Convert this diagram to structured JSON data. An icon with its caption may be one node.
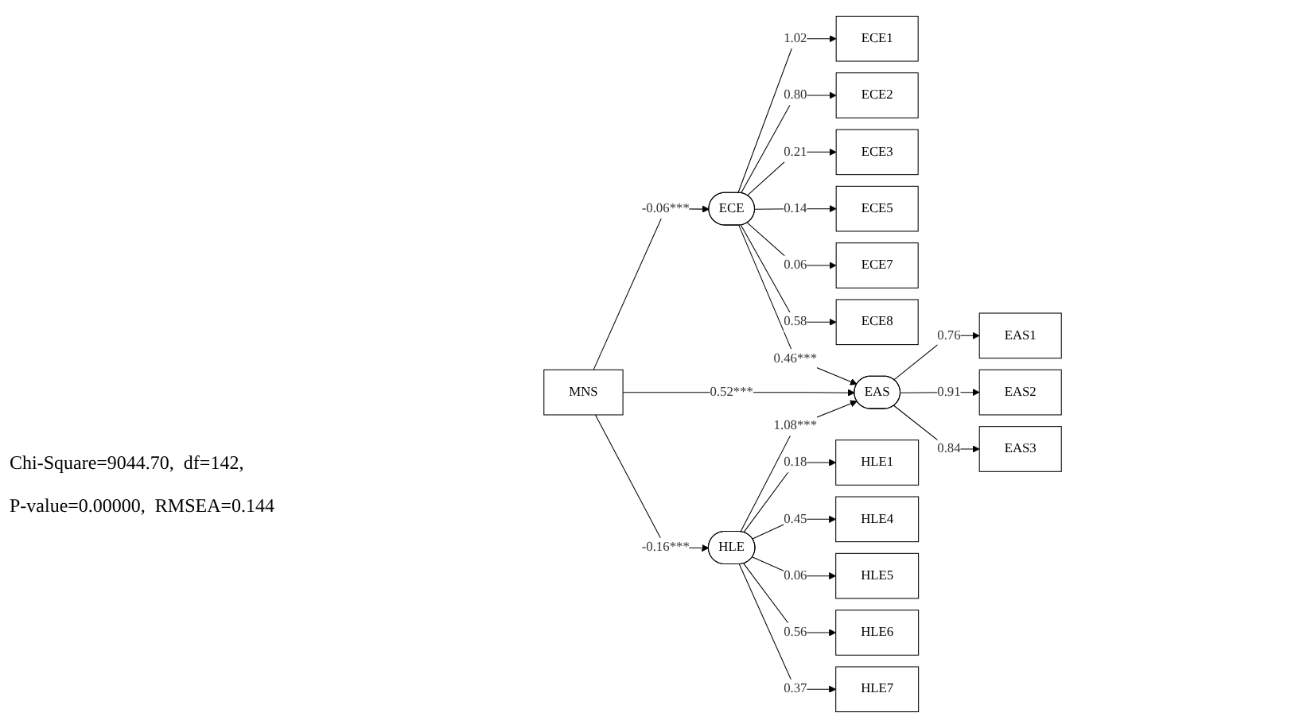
{
  "diagram": {
    "nodes": [
      {
        "text": [
          "ECE1"
        ]
      },
      {
        "text": [
          "ECE2"
        ]
      },
      {
        "text": [
          "ECE3"
        ]
      },
      {
        "text": [
          "ECE5"
        ]
      },
      {
        "text": [
          "ECE7"
        ]
      },
      {
        "text": [
          "ECE8"
        ]
      },
      {
        "text": [
          "ECE"
        ]
      },
      {
        "text": [
          "EAS1"
        ]
      },
      {
        "text": [
          "MNS"
        ]
      },
      {
        "text": [
          "EAS"
        ]
      },
      {
        "text": [
          "EAS2"
        ]
      },
      {
        "text": [
          "EAS3"
        ]
      },
      {
        "text": [
          "HLE"
        ]
      },
      {
        "text": [
          "HLE1"
        ]
      },
      {
        "text": [
          "HLE4"
        ]
      },
      {
        "text": [
          "HLE5"
        ]
      },
      {
        "text": [
          "HLE6"
        ]
      },
      {
        "text": [
          "HLE7"
        ]
      }
    ],
    "edges": [
      {
        "from": 8,
        "to": 6,
        "arrow": "to",
        "label": "-0.06***"
      },
      {
        "from": 8,
        "to": 9,
        "arrow": "to",
        "label": "0.52***"
      },
      {
        "from": 8,
        "to": 12,
        "arrow": "to",
        "label": "-0.16***"
      },
      {
        "from": 6,
        "to": 0,
        "arrow": "to",
        "label": "1.02"
      },
      {
        "from": 6,
        "to": 1,
        "arrow": "to",
        "label": "0.80"
      },
      {
        "from": 6,
        "to": 2,
        "arrow": "to",
        "label": "0.21"
      },
      {
        "from": 6,
        "to": 3,
        "arrow": "to",
        "label": "0.14"
      },
      {
        "from": 6,
        "to": 4,
        "arrow": "to",
        "label": "0.06"
      },
      {
        "from": 6,
        "to": 5,
        "arrow": "to",
        "label": "0.58"
      },
      {
        "from": 6,
        "to": 9,
        "arrow": "to",
        "label": "0.46***"
      },
      {
        "from": 12,
        "to": 9,
        "arrow": "to",
        "label": "1.08***"
      },
      {
        "from": 12,
        "to": 13,
        "arrow": "to",
        "label": "0.18"
      },
      {
        "from": 12,
        "to": 14,
        "arrow": "to",
        "label": "0.45"
      },
      {
        "from": 12,
        "to": 15,
        "arrow": "to",
        "label": "0.06"
      },
      {
        "from": 12,
        "to": 16,
        "arrow": "to",
        "label": "0.56"
      },
      {
        "from": 12,
        "to": 17,
        "arrow": "to",
        "label": "0.37"
      },
      {
        "from": 9,
        "to": 7,
        "arrow": "to",
        "label": "0.76"
      },
      {
        "from": 9,
        "to": 10,
        "arrow": "to",
        "label": "0.91"
      },
      {
        "from": 9,
        "to": 11,
        "arrow": "to",
        "label": "0.84"
      }
    ],
    "labels": [
      "Chi-Square=9044.70,  df=142,",
      "P-value=0.00000,  RMSEA=0.144"
    ]
  }
}
